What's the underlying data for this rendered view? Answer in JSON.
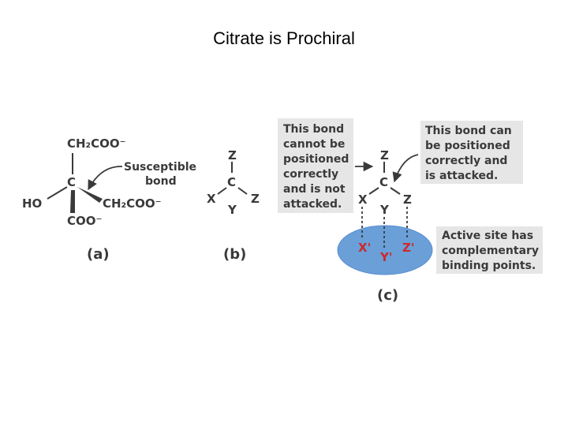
{
  "title": "Citrate is Prochiral",
  "colors": {
    "text": "#3a3a3a",
    "ellipse_fill": "#6a9fd8",
    "ellipse_stroke": "#5a8ed0",
    "red": "#cc2a2a",
    "note_box": "#e6e6e6"
  },
  "panel_a": {
    "top_group": "CH₂COO⁻",
    "center": "C",
    "left_group": "HO",
    "right_group": "CH₂COO⁻",
    "bottom_group": "COO⁻",
    "annotation_line1": "Susceptible",
    "annotation_line2": "bond",
    "label": "(a)"
  },
  "panel_b": {
    "top": "Z",
    "center": "C",
    "left": "X",
    "right": "Z",
    "bottom": "Y",
    "label": "(b)"
  },
  "panel_c": {
    "top": "Z",
    "center": "C",
    "left": "X",
    "right": "Z",
    "bottom": "Y",
    "site_x": "X'",
    "site_y": "Y'",
    "site_z": "Z'",
    "note_left": [
      "This bond",
      "cannot be",
      "positioned",
      "correctly",
      "and is not",
      "attacked."
    ],
    "note_right": [
      "This bond can",
      "be positioned",
      "correctly and",
      "is attacked."
    ],
    "note_site": [
      "Active site has",
      "complementary",
      "binding points."
    ],
    "label": "(c)"
  }
}
